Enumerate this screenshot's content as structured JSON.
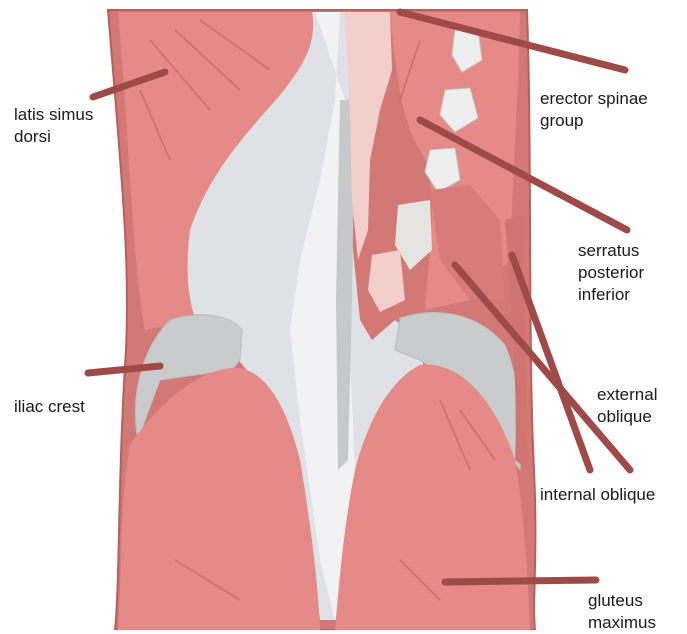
{
  "labels": {
    "latissimus_dorsi": [
      "latis simus",
      "dorsi"
    ],
    "erector_spinae": [
      "erector spinae",
      "group"
    ],
    "serratus_posterior_inferior": [
      "serratus",
      "posterior",
      "inferior"
    ],
    "iliac_crest": [
      "iliac crest"
    ],
    "external_oblique": [
      "external",
      "oblique"
    ],
    "internal_oblique": [
      "internal oblique"
    ],
    "gluteus_maximus": [
      "gluteus",
      "maximus"
    ]
  },
  "colors": {
    "muscle": "#e58a87",
    "muscle_dark": "#c86b69",
    "muscle_edge": "#b5605d",
    "pointer": "#9d4a48",
    "fascia": "#dfe1e6",
    "fascia_light": "#eeeeee",
    "bone": "#c9cbcc",
    "pale_tissue": "#f3cfcb",
    "label_text": "#1a1a1a"
  }
}
